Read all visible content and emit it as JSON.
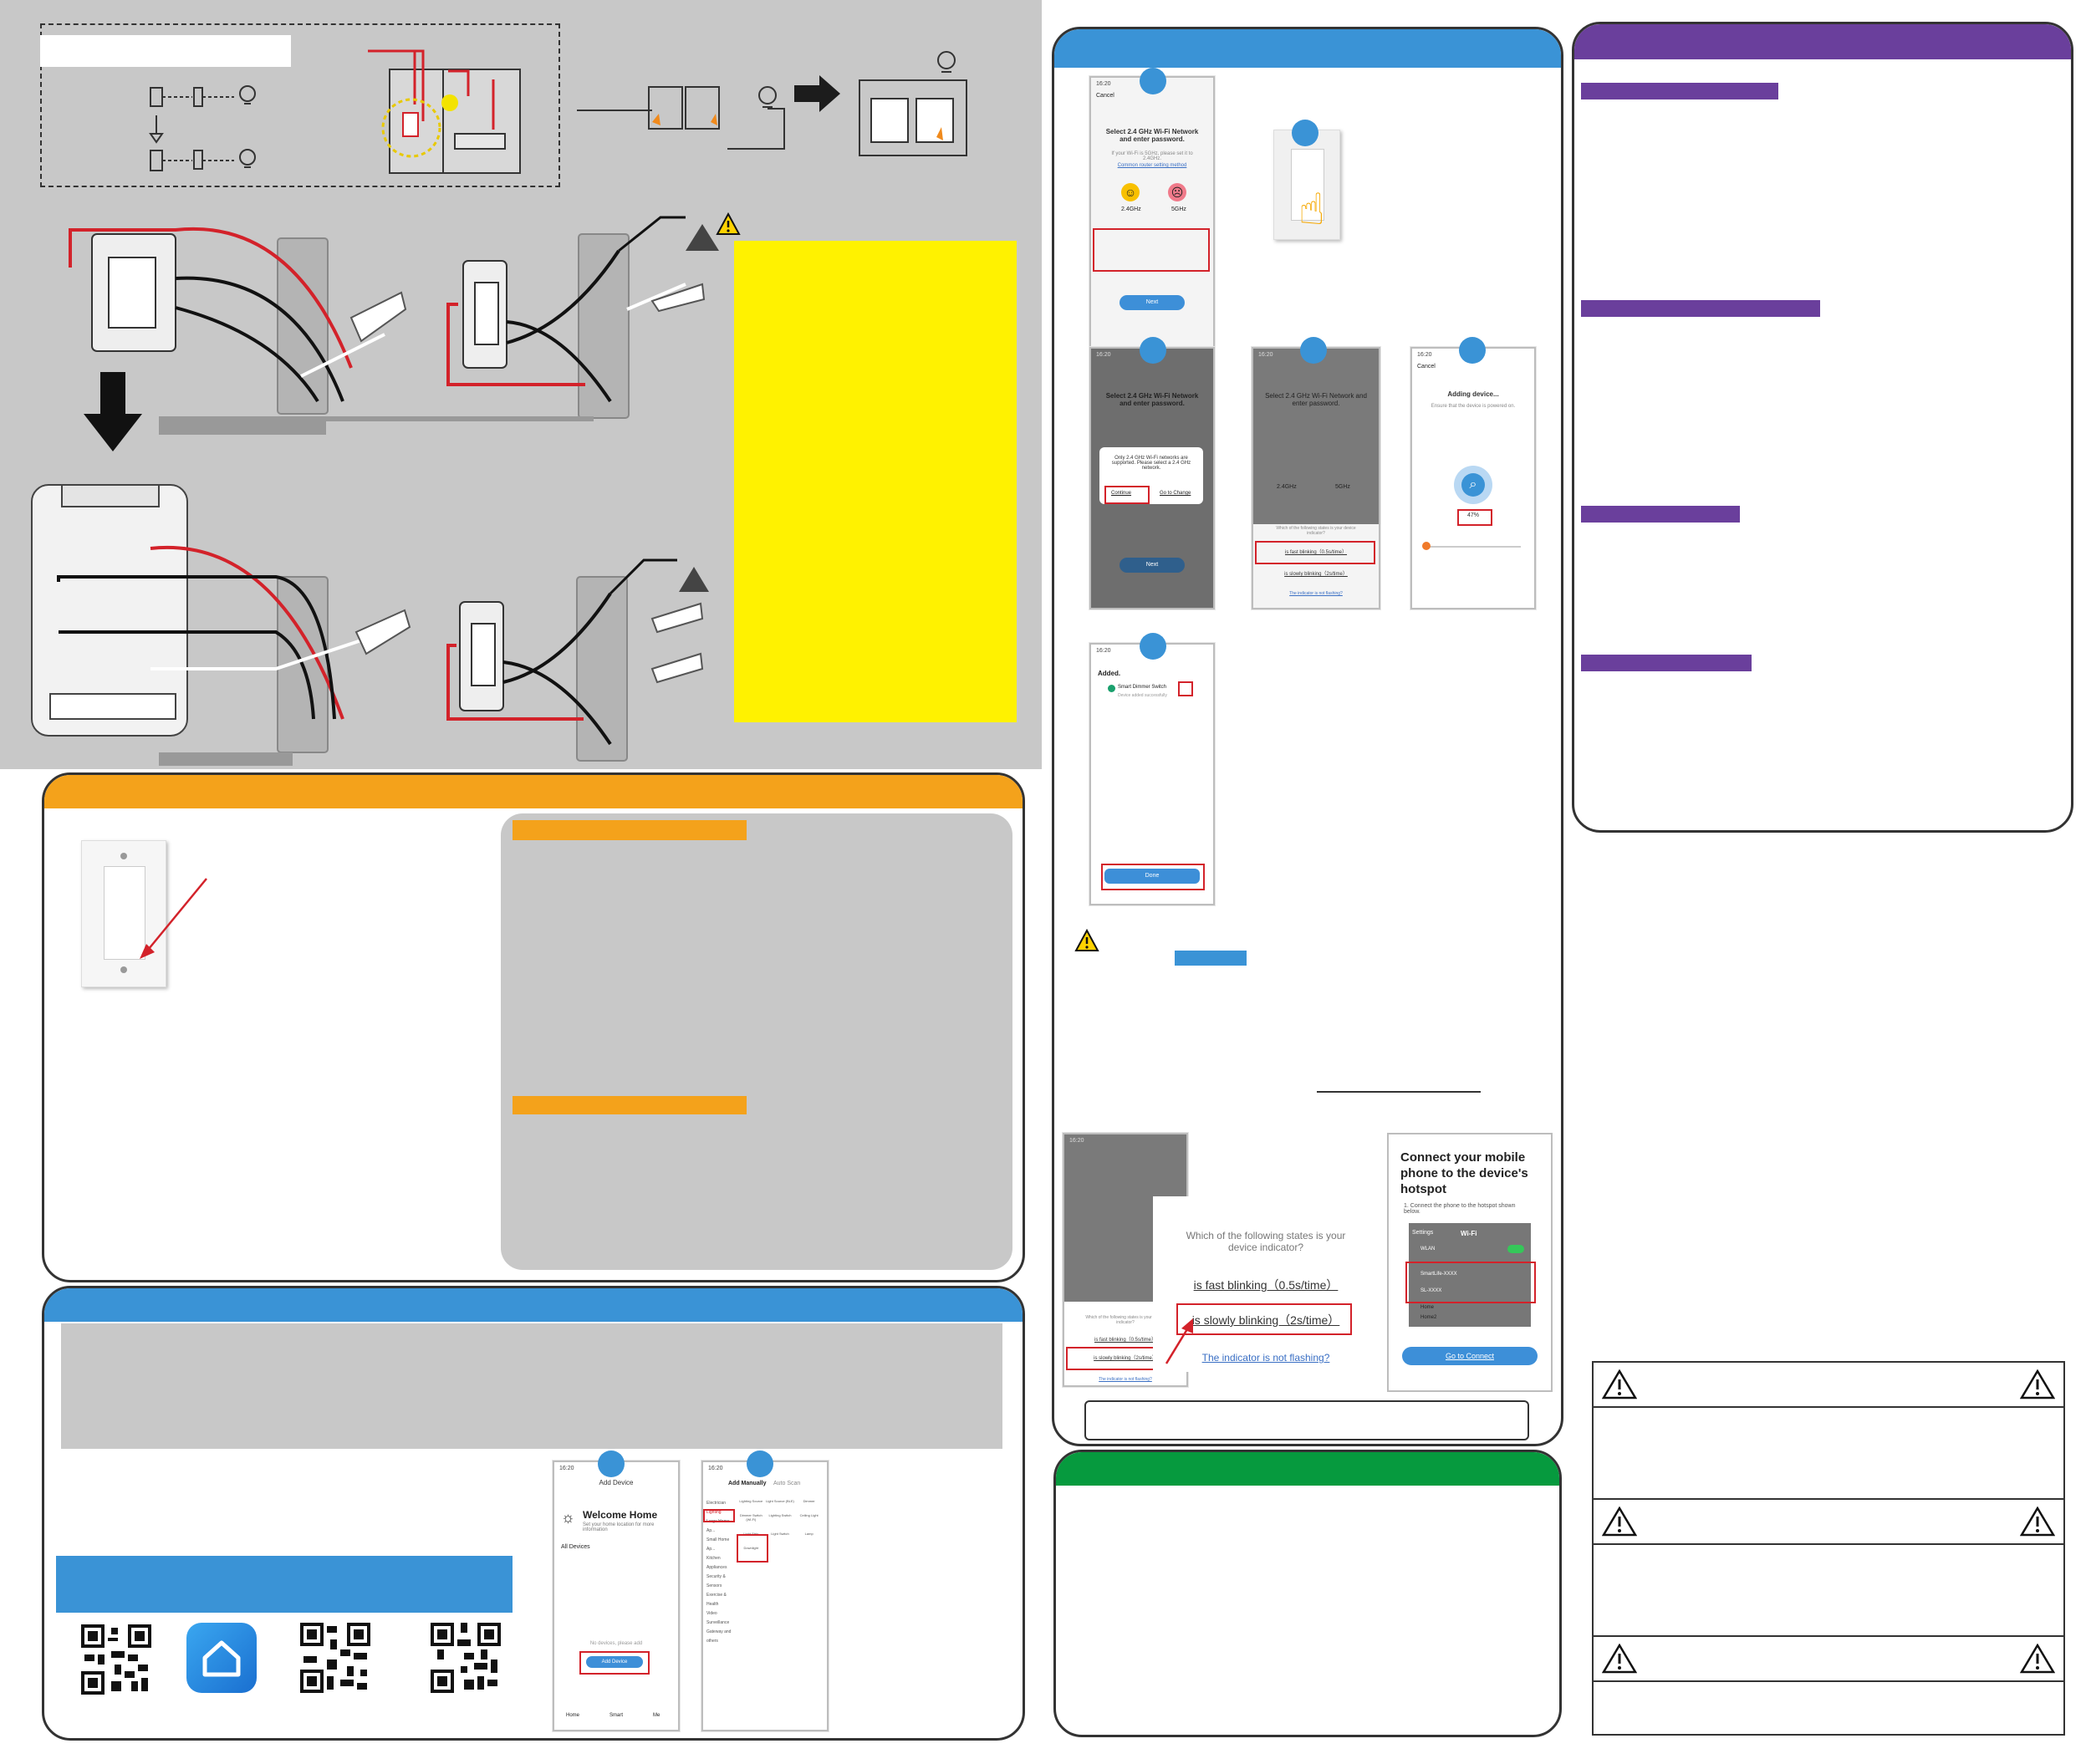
{
  "colors": {
    "blue_header": "#3a93d6",
    "orange_header": "#f4a21b",
    "purple_header": "#6a3f9c",
    "green_header": "#069a3e",
    "yellow_note": "#fff200",
    "wire_red": "#d3222a",
    "panel_gray": "#c8c8c8",
    "step_dot": "#3a93d6"
  },
  "icons": [
    "bulb-icon",
    "switch-icon",
    "arrow-down-icon",
    "arrow-right-icon",
    "warning-icon",
    "wire-nut-icon",
    "hand-pointer-icon",
    "smart-life-app-icon",
    "qr-code-icon",
    "search-icon"
  ],
  "app_screens": {
    "step1": {
      "cancel": "Cancel",
      "title": "Select 2.4 GHz Wi-Fi Network and enter password.",
      "hint": "If your Wi-Fi is 5GHz, please set it to 2.4GHz.",
      "hint_link": "Common router setting method",
      "band_good": "2.4GHz",
      "band_bad": "5GHz",
      "next": "Next"
    },
    "step3": {
      "title": "Select 2.4 GHz Wi-Fi Network and enter password.",
      "dialog": "Only 2.4 GHz Wi-Fi networks are supported. Please select a 2.4 GHz network.",
      "continue": "Continue",
      "go_change": "Go to Change",
      "next": "Next"
    },
    "step4": {
      "title": "Select 2.4 GHz Wi-Fi Network and enter password.",
      "band_good": "2.4GHz",
      "band_bad": "5GHz",
      "question": "Which of the following states is your device indicator?",
      "fast": "is fast blinking（0.5s/time）",
      "slow": "is slowly blinking（2s/time）",
      "not_flashing": "The indicator is not flashing?"
    },
    "step5": {
      "cancel": "Cancel",
      "title": "Adding device...",
      "subtitle": "Ensure that the device is powered on.",
      "percent": "47%"
    },
    "step6": {
      "added": "Added.",
      "device": "Smart Dimmer Switch",
      "device_sub": "Device added successfully",
      "done": "Done"
    }
  },
  "hotspot": {
    "question": "Which of the following states is your device indicator?",
    "fast": "is fast blinking（0.5s/time）",
    "slow": "is slowly blinking（2s/time）",
    "not_flashing": "The indicator is not flashing?",
    "connect_title": "Connect your mobile phone to the device's hotspot",
    "connect_step": "1. Connect the phone to the hotspot shown below.",
    "settings": "Settings",
    "wifi": "Wi-Fi",
    "wlan": "WLAN",
    "ssid1": "SmartLife-XXXX",
    "ssid2": "SL-XXXX",
    "other1": "Home",
    "other2": "Home2",
    "go_connect": "Go to Connect"
  },
  "home_screens": {
    "welcome": {
      "nav_title": "Add Device",
      "title": "Welcome Home",
      "subtitle": "Set your home location for more information",
      "all_devices": "All Devices",
      "no_devices": "No devices, please add",
      "add_device": "Add Device",
      "tab1": "Home",
      "tab2": "Smart",
      "tab3": "Me"
    },
    "manual": {
      "tab_manual": "Add Manually",
      "tab_auto": "Auto Scan",
      "cat1": "Electrician",
      "cat2": "Lighting",
      "cat3": "Large Home Ap...",
      "cat4": "Small Home Ap...",
      "cat5": "Kitchen Appliances",
      "cat6": "Security & Sensors",
      "cat7": "Exercise & Health",
      "cat8": "Video Surveillance",
      "cat9": "Gateway and others",
      "item1": "Lighting Source",
      "item2": "Light Source (BLE)",
      "item3": "Dimmer",
      "item4": "Dimmer Switch (Wi-Fi)",
      "item5": "Lighting Switch",
      "item6": "Ceiling Light",
      "item7": "Light Strip",
      "item8": "Light Switch",
      "item9": "Lamp",
      "item10": "Downlight"
    }
  }
}
